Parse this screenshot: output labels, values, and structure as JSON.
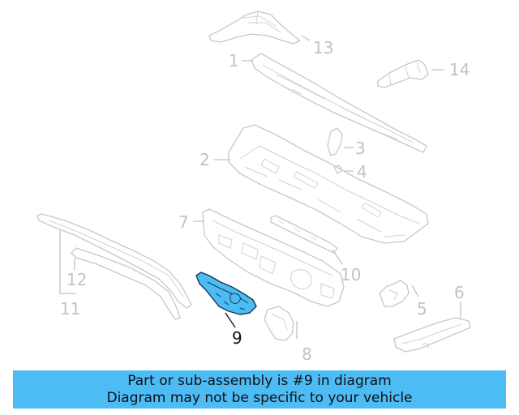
{
  "diagram": {
    "callouts": [
      "1",
      "2",
      "3",
      "4",
      "5",
      "6",
      "7",
      "8",
      "9",
      "10",
      "11",
      "12",
      "13",
      "14"
    ],
    "highlighted_part": "9",
    "highlight_color": "#4dbbf4"
  },
  "banner": {
    "line1": "Part or sub-assembly is #9 in diagram",
    "line2": "Diagram may not be specific to your vehicle",
    "background": "#4dbbf4"
  }
}
